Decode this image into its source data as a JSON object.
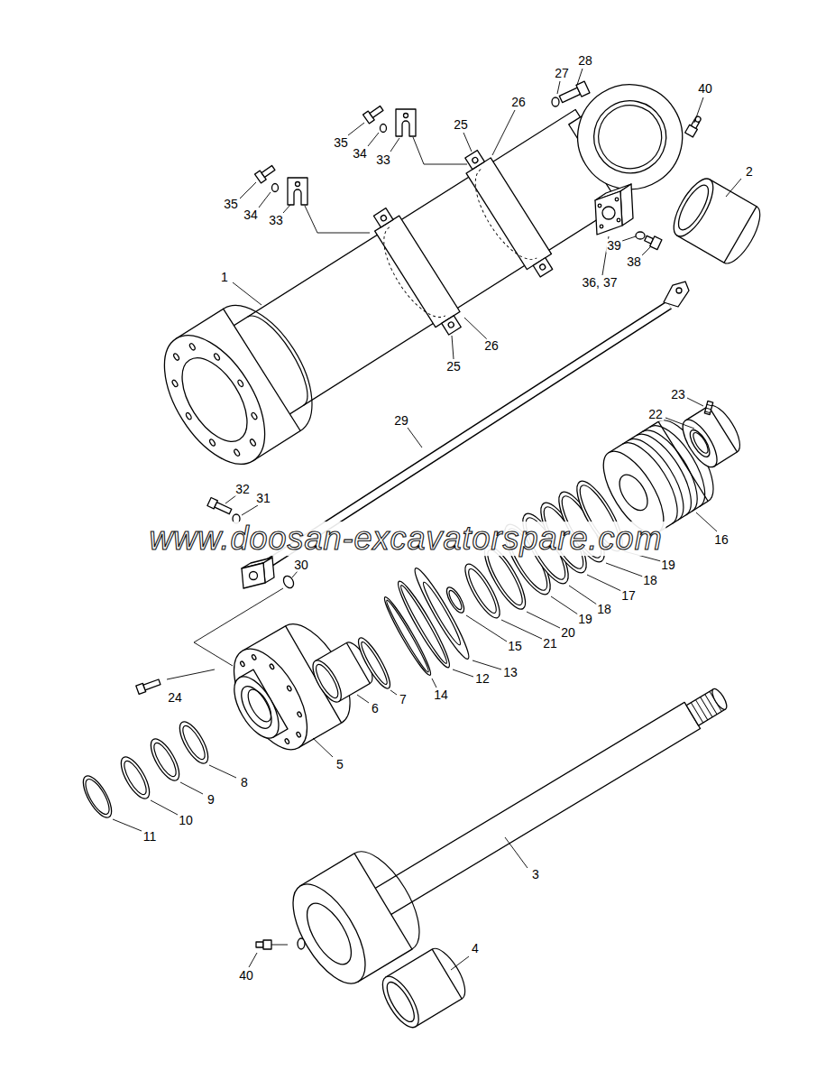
{
  "diagram": {
    "labels": [
      "28",
      "27",
      "40",
      "26",
      "25",
      "35",
      "34",
      "33",
      "2",
      "35",
      "34",
      "33",
      "39",
      "38",
      "1",
      "36, 37",
      "26",
      "25",
      "23",
      "22",
      "29",
      "32",
      "31",
      "www.doosan-excavatorspare.com",
      "16",
      "30",
      "19",
      "18",
      "17",
      "18",
      "19",
      "20",
      "21",
      "15",
      "13",
      "12",
      "14",
      "24",
      "7",
      "6",
      "5",
      "8",
      "9",
      "10",
      "11",
      "3",
      "4",
      "40"
    ]
  }
}
